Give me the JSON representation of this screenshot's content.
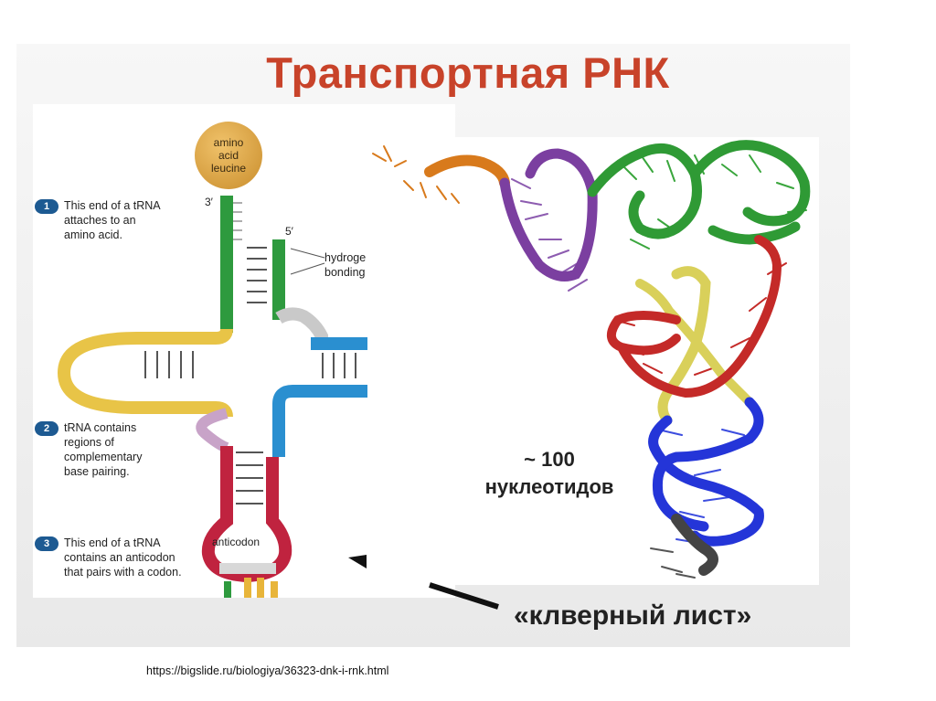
{
  "title": "Транспортная РНК",
  "amino_acid": {
    "line1": "amino",
    "line2": "acid",
    "line3": "leucine"
  },
  "labels": {
    "three_prime": "3′",
    "five_prime": "5′",
    "hydrogen_1": "hydroge",
    "hydrogen_2": "bonding",
    "anticodon": "anticodon"
  },
  "steps": [
    {
      "num": "1",
      "lines": [
        "This end of a tRNA",
        "attaches to an",
        "amino acid."
      ]
    },
    {
      "num": "2",
      "lines": [
        "tRNA contains",
        "regions of",
        "complementary",
        "base pairing."
      ]
    },
    {
      "num": "3",
      "lines": [
        "This end of a tRNA",
        "contains an anticodon",
        "that pairs with a codon."
      ]
    }
  ],
  "nucleotide_count": {
    "line1": "~ 100",
    "line2": "нуклеотидов"
  },
  "clover_caption": "«клверный лист»",
  "source_url": "https://bigslide.ru/biologiya/36323-dnk-i-rnk.html",
  "colors": {
    "title": "#c8432a",
    "acceptor": "#2e9a3e",
    "d_arm": "#e8c447",
    "anticodon_arm": "#c0233f",
    "t_arm": "#2a8fd0",
    "variable_loop": "#c8a3c8",
    "badge": "#1d5a92",
    "amino": "#d9a03d",
    "model_purple": "#7b3fa0",
    "model_green": "#2f9a35",
    "model_yellow": "#d9d05a",
    "model_red": "#c42a28",
    "model_blue": "#2435d8",
    "model_orange": "#d87a1c",
    "model_gray": "#444444"
  }
}
